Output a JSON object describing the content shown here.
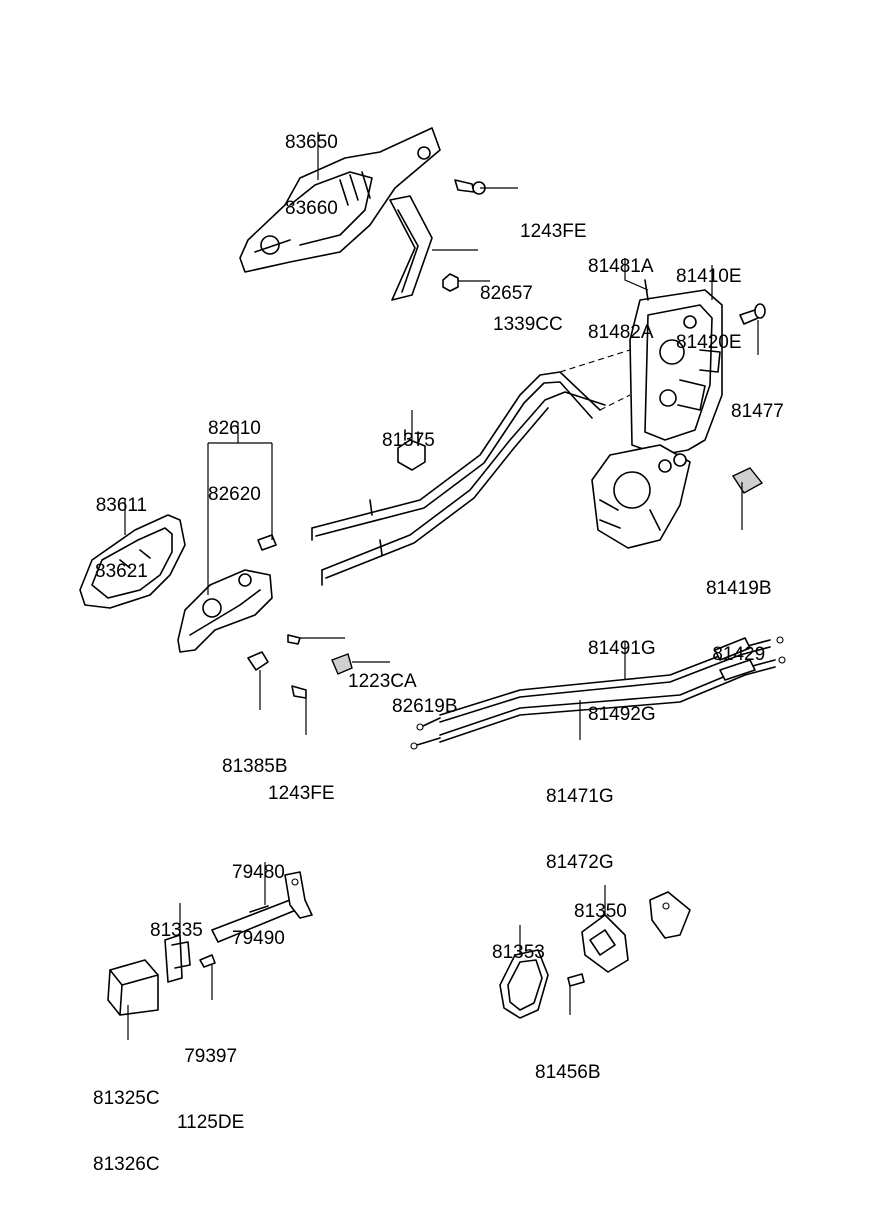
{
  "callouts": {
    "c83650": [
      "83650",
      "83660"
    ],
    "c1243fe_top": [
      "1243FE"
    ],
    "c82657": [
      "82657"
    ],
    "c1339cc": [
      "1339CC"
    ],
    "c81481a": [
      "81481A",
      "81482A"
    ],
    "c81410e": [
      "81410E",
      "81420E"
    ],
    "c81477": [
      "81477"
    ],
    "c82610": [
      "82610",
      "82620"
    ],
    "c81375": [
      "81375"
    ],
    "c83611": [
      "83611",
      "83621"
    ],
    "c81419b": [
      "81419B",
      "81429"
    ],
    "c81491g": [
      "81491G",
      "81492G"
    ],
    "c1223ca": [
      "1223CA"
    ],
    "c82619b": [
      "82619B"
    ],
    "c81385b": [
      "81385B"
    ],
    "c1243fe_bot": [
      "1243FE"
    ],
    "c81471g": [
      "81471G",
      "81472G"
    ],
    "c79480": [
      "79480",
      "79490"
    ],
    "c81335": [
      "81335"
    ],
    "c81350": [
      "81350"
    ],
    "c81353": [
      "81353"
    ],
    "c79397": [
      "79397",
      "1125DE"
    ],
    "c81456b": [
      "81456B"
    ],
    "c81325c": [
      "81325C",
      "81326C"
    ]
  }
}
